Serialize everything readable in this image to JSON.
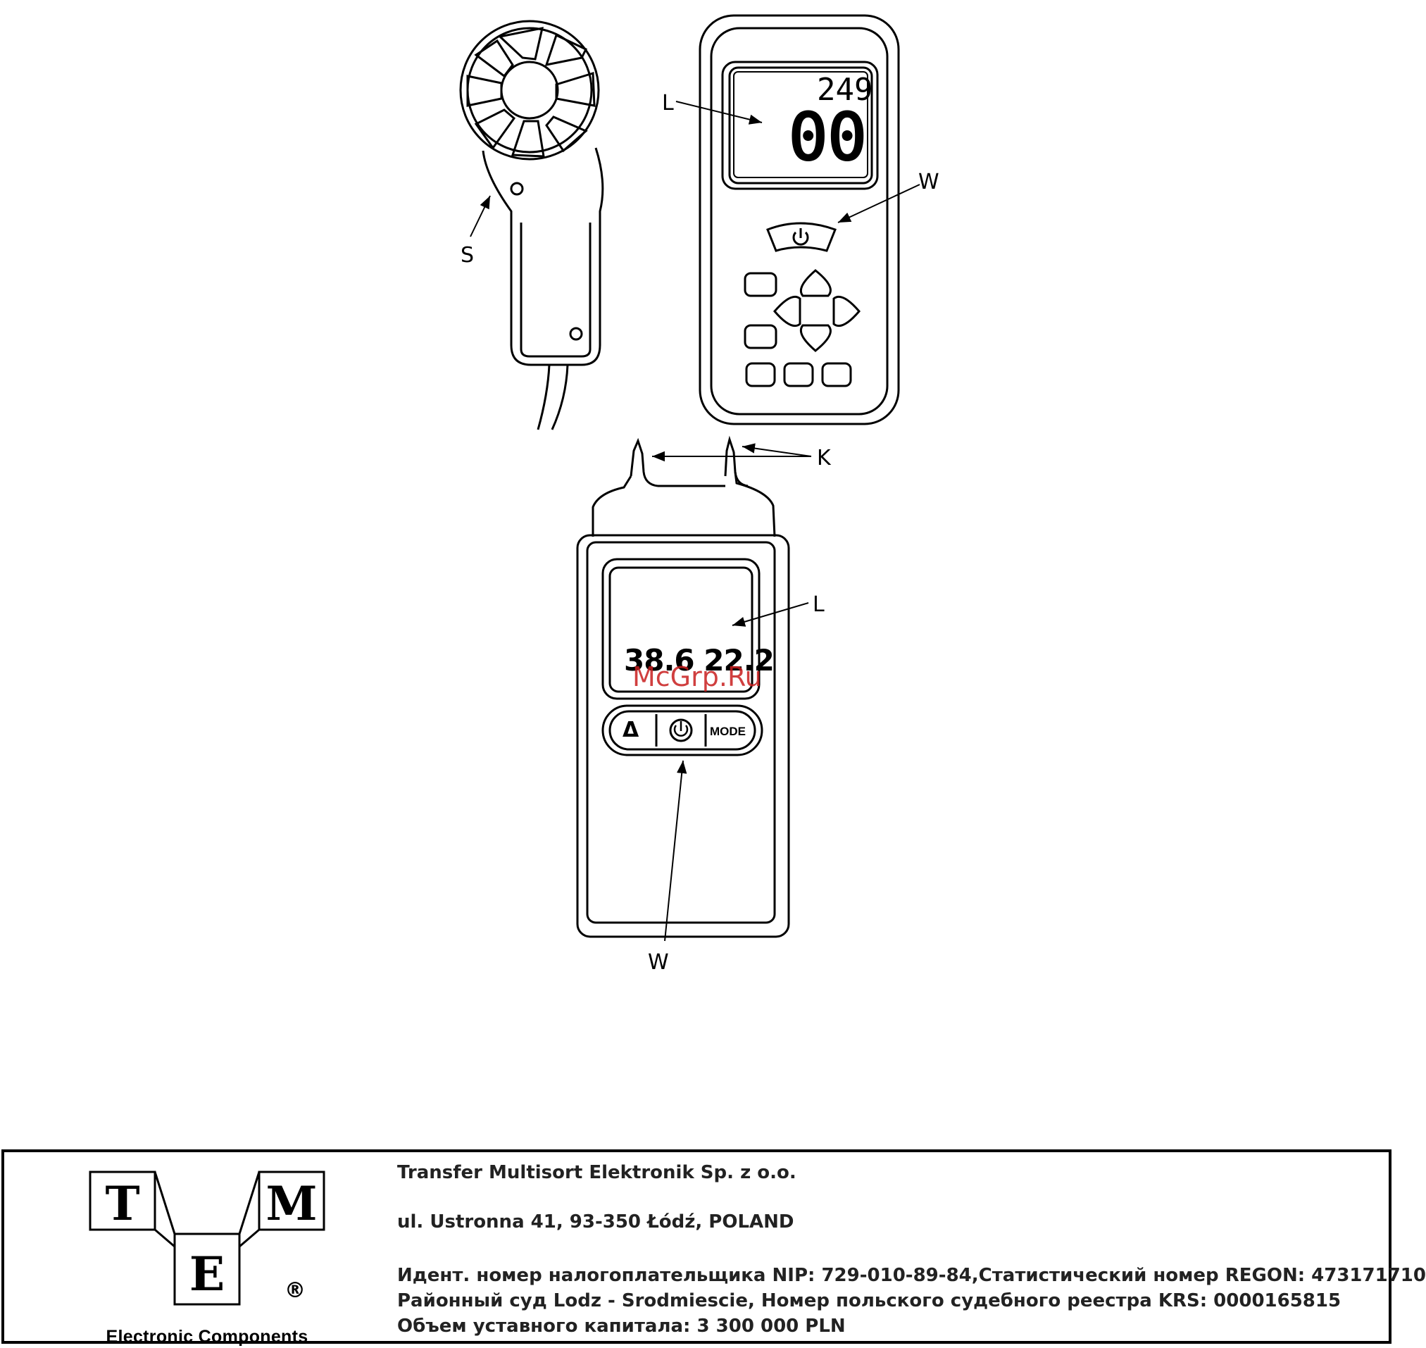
{
  "diagram": {
    "labels": {
      "anemometer_probe_S": "S",
      "meter_display_L": "L",
      "meter_buttons_W": "W",
      "moisture_pins_K": "K",
      "moisture_display_L": "L",
      "moisture_buttons_W": "W"
    },
    "meter_display": {
      "top_reading": "249",
      "main_reading": "00"
    },
    "moisture_display": {
      "reading": "38.6 22.2"
    },
    "moisture_buttons": {
      "delta_label": "Δ",
      "mode_label": "MODE"
    },
    "watermark": "McGrp.Ru"
  },
  "footer": {
    "logo": {
      "letters": [
        "T",
        "M",
        "E"
      ],
      "registered": "®",
      "caption": "Electronic Components"
    },
    "company_name": "Transfer Multisort Elektronik Sp. z o.o.",
    "address": "ul. Ustronna 41, 93-350 Łódź, POLAND",
    "registration_line_1": "Идент. номер налогоплательщика NIP: 729-010-89-84,Статистический номер REGON: 473171710",
    "registration_line_2": "Районный суд Lodz - Srodmiescie, Номер польского судебного реестра KRS: 0000165815",
    "registration_line_3": "Объем уставного капитала: 3 300 000 PLN"
  }
}
